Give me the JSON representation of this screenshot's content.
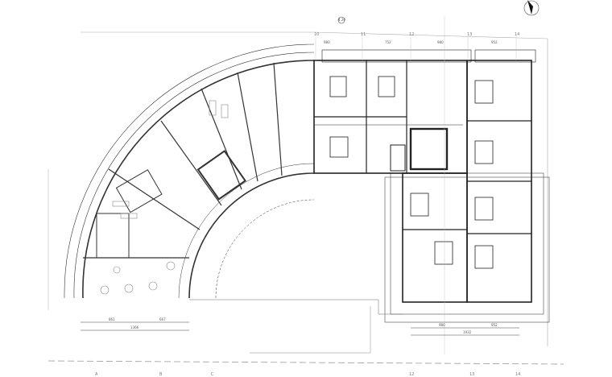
{
  "drawing": {
    "grid_top": [
      "10",
      "11",
      "12",
      "13",
      "14"
    ],
    "grid_bottom": [
      "A",
      "B",
      "C",
      "12",
      "13",
      "14"
    ],
    "dims_top": [
      "980",
      "752",
      "980",
      "952"
    ],
    "dims_bottom_left": [
      "861",
      "667",
      "1366"
    ],
    "dims_bottom_right": [
      "980",
      "952",
      "1932"
    ],
    "elevation_marker": "4.20",
    "north_arrow": "north-arrow-icon",
    "line_color": "#222222",
    "wall_color": "#111111"
  }
}
